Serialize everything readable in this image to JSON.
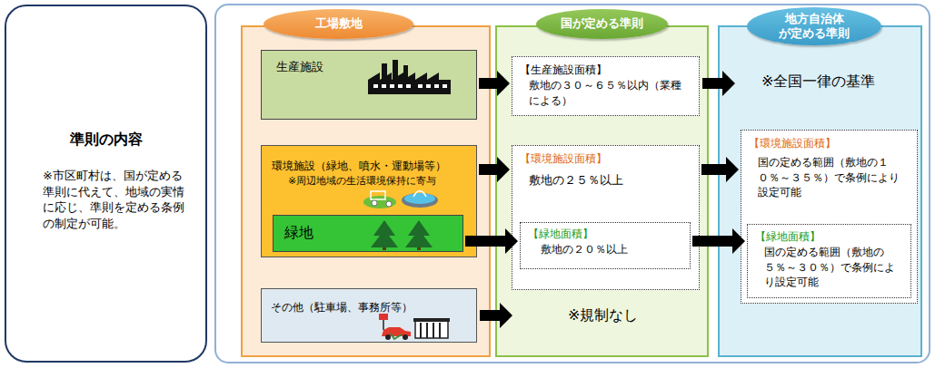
{
  "diagram": {
    "nodes": [
      {
        "text": [
          "準則の内容",
          "※市区町村は、国が定める準則に代えて、地域の実情に応じ、準則を定める条例の制定が可能。"
        ]
      },
      {
        "text": [
          "工場敷地"
        ]
      },
      {
        "text": [
          "生産施設"
        ],
        "in": 1
      },
      {
        "text": [
          "環境施設（緑地、噴水・運動場等）",
          "※周辺地域の生活環境保持に寄与"
        ],
        "in": 1
      },
      {
        "text": [
          "緑地"
        ],
        "in": 3
      },
      {
        "text": [
          "その他（駐車場、事務所等）"
        ],
        "in": 1
      },
      {
        "text": [
          "国が定める準則"
        ]
      },
      {
        "text": [
          "【生産施設面積】",
          "敷地の３０～６５％以内（業種による）"
        ],
        "in": 6
      },
      {
        "text": [
          "【環境施設面積】",
          "敷地の２５％以上"
        ],
        "in": 6
      },
      {
        "text": [
          "【緑地面積】",
          "敷地の２０％以上"
        ],
        "in": 8
      },
      {
        "text": [
          "地方自治体 が定める準則"
        ]
      },
      {
        "text": [
          "【環境施設面積】",
          "国の定める範囲（敷地の１０％～３５％）で条例により設定可能"
        ],
        "in": 10
      },
      {
        "text": [
          "【緑地面積】",
          "国の定める範囲（敷地の５％～３０％）で条例により設定可能"
        ],
        "in": 11
      }
    ],
    "edges": [
      {
        "from": 2,
        "to": 7,
        "arrow": "to"
      },
      {
        "from": 3,
        "to": 8,
        "arrow": "to"
      },
      {
        "from": 4,
        "to": 9,
        "arrow": "to"
      },
      {
        "from": 8,
        "to": 11,
        "arrow": "to"
      },
      {
        "from": 9,
        "to": 12,
        "arrow": "to"
      }
    ],
    "labels": [
      "※規制なし",
      "※全国一律の基準"
    ]
  }
}
